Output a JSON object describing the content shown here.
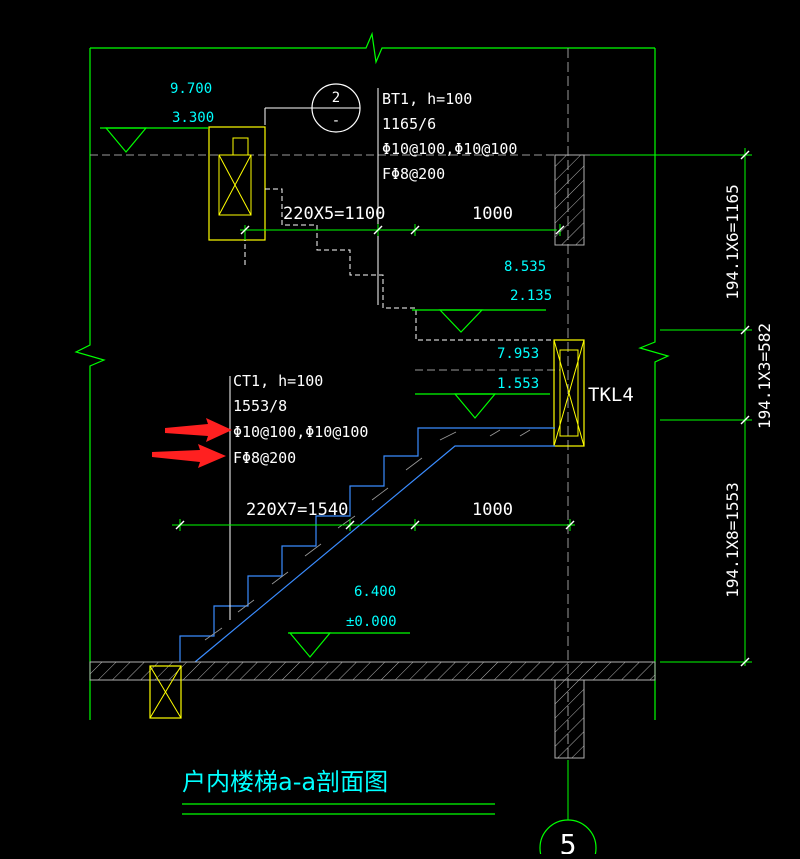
{
  "colors": {
    "background": "#000000",
    "outline": "#00ff00",
    "annotation": "#ffffff",
    "elevation": "#00ffff",
    "beam": "#ffff00",
    "slab": "#3a8cff",
    "hatch": "#b0b0b0",
    "arrow": "#ff2020"
  },
  "upper_flight": {
    "level_top": "9.700",
    "level_bottom": "3.300",
    "detail_marker_number": "2",
    "detail_marker_sheet": "-",
    "name": "BT1, h=100",
    "riser_note": "1165/6",
    "main_rebar": "Φ10@100,Φ10@100",
    "distribution_rebar": "FΦ8@200",
    "tread_dimension": "220X5=1100",
    "landing_dimension": "1000",
    "landing_level_top": "8.535",
    "landing_level_bottom": "2.135"
  },
  "middle_landing": {
    "level_top": "7.953",
    "level_bottom": "1.553",
    "beam_label": "TKL4"
  },
  "lower_flight": {
    "name": "CT1, h=100",
    "riser_note": "1553/8",
    "main_rebar": "Φ10@100,Φ10@100",
    "distribution_rebar": "FΦ8@200",
    "tread_dimension": "220X7=1540",
    "landing_dimension": "1000",
    "floor_level_top": "6.400",
    "floor_level_bottom": "±0.000"
  },
  "vertical_dimensions": {
    "upper": "194.1X6=1165",
    "total": "194.1X3=582",
    "lower": "194.1X8=1553"
  },
  "title": "户内楼梯a-a剖面图",
  "axis_marker": "5"
}
